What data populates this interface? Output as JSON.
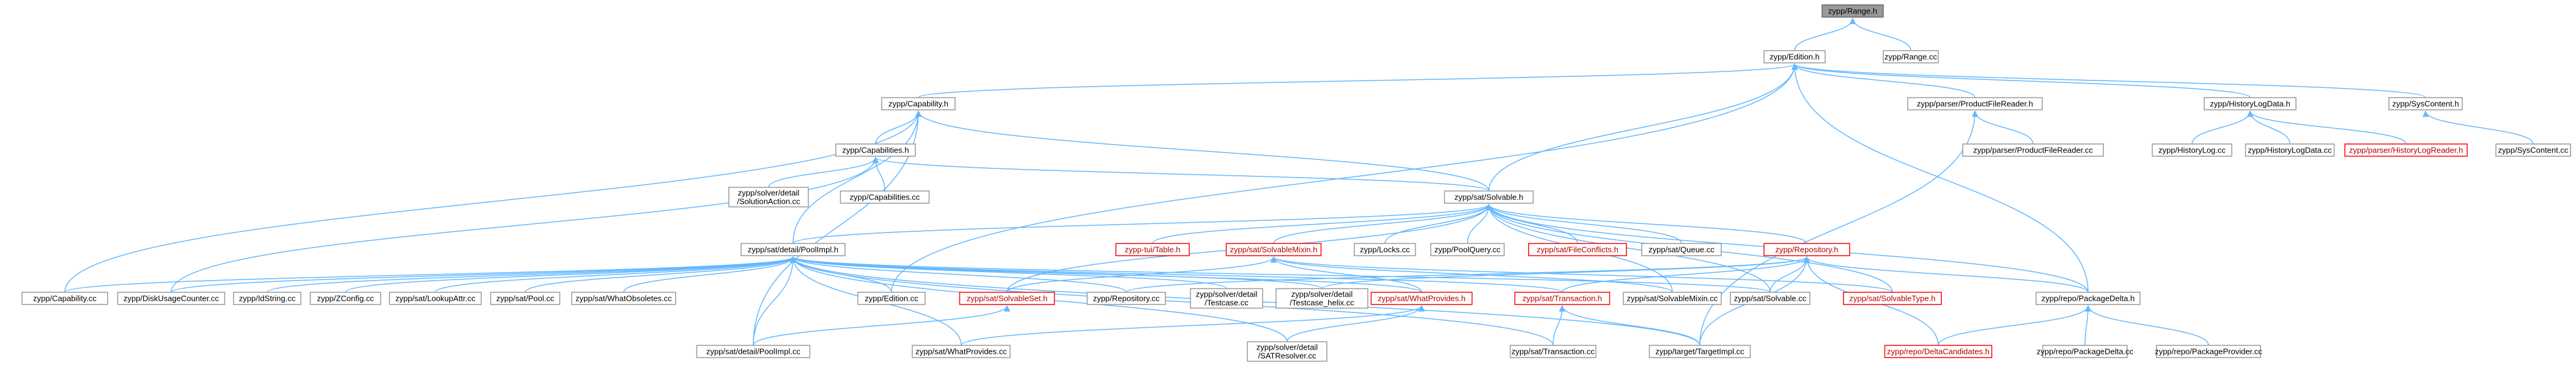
{
  "graph": {
    "edge_color": "#63b8ff",
    "nodes": [
      {
        "id": "n0",
        "label": [
          "zypp/Range.h"
        ],
        "style": "root"
      },
      {
        "id": "n1",
        "label": [
          "zypp/Edition.h"
        ]
      },
      {
        "id": "n2",
        "label": [
          "zypp/Range.cc"
        ]
      },
      {
        "id": "n3",
        "label": [
          "zypp/Capability.h"
        ]
      },
      {
        "id": "n4",
        "label": [
          "zypp/parser/ProductFileReader.h"
        ]
      },
      {
        "id": "n5",
        "label": [
          "zypp/HistoryLogData.h"
        ]
      },
      {
        "id": "n6",
        "label": [
          "zypp/SysContent.h"
        ]
      },
      {
        "id": "n7",
        "label": [
          "zypp/Capabilities.h"
        ]
      },
      {
        "id": "n8",
        "label": [
          "zypp/parser/ProductFileReader.cc"
        ]
      },
      {
        "id": "n9",
        "label": [
          "zypp/HistoryLog.cc"
        ]
      },
      {
        "id": "n10",
        "label": [
          "zypp/HistoryLogData.cc"
        ]
      },
      {
        "id": "n11",
        "label": [
          "zypp/parser/HistoryLogReader.h"
        ],
        "style": "red"
      },
      {
        "id": "n12",
        "label": [
          "zypp/SysContent.cc"
        ]
      },
      {
        "id": "n13",
        "label": [
          "zypp/solver/detail",
          "/SolutionAction.cc"
        ]
      },
      {
        "id": "n14",
        "label": [
          "zypp/Capabilities.cc"
        ]
      },
      {
        "id": "n15",
        "label": [
          "zypp/sat/Solvable.h"
        ]
      },
      {
        "id": "n16",
        "label": [
          "zypp/sat/detail/PoolImpl.h"
        ]
      },
      {
        "id": "n17",
        "label": [
          "zypp-tui/Table.h"
        ],
        "style": "red"
      },
      {
        "id": "n18",
        "label": [
          "zypp/sat/SolvableMixin.h"
        ],
        "style": "red"
      },
      {
        "id": "n19",
        "label": [
          "zypp/Locks.cc"
        ]
      },
      {
        "id": "n20",
        "label": [
          "zypp/PoolQuery.cc"
        ]
      },
      {
        "id": "n21",
        "label": [
          "zypp/sat/FileConflicts.h"
        ],
        "style": "red"
      },
      {
        "id": "n22",
        "label": [
          "zypp/sat/Queue.cc"
        ]
      },
      {
        "id": "n23",
        "label": [
          "zypp/Repository.h"
        ],
        "style": "red"
      },
      {
        "id": "n24",
        "label": [
          "zypp/Capability.cc"
        ]
      },
      {
        "id": "n25",
        "label": [
          "zypp/DiskUsageCounter.cc"
        ]
      },
      {
        "id": "n26",
        "label": [
          "zypp/IdString.cc"
        ]
      },
      {
        "id": "n27",
        "label": [
          "zypp/ZConfig.cc"
        ]
      },
      {
        "id": "n28",
        "label": [
          "zypp/sat/LookupAttr.cc"
        ]
      },
      {
        "id": "n29",
        "label": [
          "zypp/sat/Pool.cc"
        ]
      },
      {
        "id": "n30",
        "label": [
          "zypp/sat/WhatObsoletes.cc"
        ]
      },
      {
        "id": "n31",
        "label": [
          "zypp/Edition.cc"
        ]
      },
      {
        "id": "n32",
        "label": [
          "zypp/sat/SolvableSet.h"
        ],
        "style": "red"
      },
      {
        "id": "n33",
        "label": [
          "zypp/Repository.cc"
        ]
      },
      {
        "id": "n34",
        "label": [
          "zypp/solver/detail",
          "/Testcase.cc"
        ]
      },
      {
        "id": "n35",
        "label": [
          "zypp/solver/detail",
          "/Testcase_helix.cc"
        ]
      },
      {
        "id": "n36",
        "label": [
          "zypp/sat/WhatProvides.h"
        ],
        "style": "red"
      },
      {
        "id": "n37",
        "label": [
          "zypp/sat/Transaction.h"
        ],
        "style": "red"
      },
      {
        "id": "n38",
        "label": [
          "zypp/sat/SolvableMixin.cc"
        ]
      },
      {
        "id": "n39",
        "label": [
          "zypp/sat/Solvable.cc"
        ]
      },
      {
        "id": "n40",
        "label": [
          "zypp/sat/SolvableType.h"
        ],
        "style": "red"
      },
      {
        "id": "n41",
        "label": [
          "zypp/repo/PackageDelta.h"
        ]
      },
      {
        "id": "n42",
        "label": [
          "zypp/sat/detail/PoolImpl.cc"
        ]
      },
      {
        "id": "n43",
        "label": [
          "zypp/sat/WhatProvides.cc"
        ]
      },
      {
        "id": "n44",
        "label": [
          "zypp/solver/detail",
          "/SATResolver.cc"
        ]
      },
      {
        "id": "n45",
        "label": [
          "zypp/sat/Transaction.cc"
        ]
      },
      {
        "id": "n46",
        "label": [
          "zypp/target/TargetImpl.cc"
        ]
      },
      {
        "id": "n47",
        "label": [
          "zypp/repo/DeltaCandidates.h"
        ],
        "style": "red"
      },
      {
        "id": "n48",
        "label": [
          "zypp/repo/PackageDelta.cc"
        ]
      },
      {
        "id": "n49",
        "label": [
          "zypp/repo/PackageProvider.cc"
        ]
      }
    ],
    "edges": [
      [
        "n1",
        "n0"
      ],
      [
        "n2",
        "n0"
      ],
      [
        "n3",
        "n1"
      ],
      [
        "n4",
        "n1"
      ],
      [
        "n5",
        "n1"
      ],
      [
        "n6",
        "n1"
      ],
      [
        "n15",
        "n1"
      ],
      [
        "n31",
        "n1"
      ],
      [
        "n41",
        "n1"
      ],
      [
        "n7",
        "n3"
      ],
      [
        "n15",
        "n3"
      ],
      [
        "n16",
        "n3"
      ],
      [
        "n24",
        "n3"
      ],
      [
        "n42",
        "n3"
      ],
      [
        "n13",
        "n7"
      ],
      [
        "n14",
        "n7"
      ],
      [
        "n15",
        "n7"
      ],
      [
        "n25",
        "n7"
      ],
      [
        "n8",
        "n4"
      ],
      [
        "n46",
        "n4"
      ],
      [
        "n9",
        "n5"
      ],
      [
        "n10",
        "n5"
      ],
      [
        "n11",
        "n5"
      ],
      [
        "n12",
        "n6"
      ],
      [
        "n16",
        "n15"
      ],
      [
        "n17",
        "n15"
      ],
      [
        "n18",
        "n15"
      ],
      [
        "n19",
        "n15"
      ],
      [
        "n20",
        "n15"
      ],
      [
        "n21",
        "n15"
      ],
      [
        "n22",
        "n15"
      ],
      [
        "n23",
        "n15"
      ],
      [
        "n32",
        "n15"
      ],
      [
        "n38",
        "n15"
      ],
      [
        "n39",
        "n15"
      ],
      [
        "n40",
        "n15"
      ],
      [
        "n41",
        "n15"
      ],
      [
        "n24",
        "n16"
      ],
      [
        "n25",
        "n16"
      ],
      [
        "n26",
        "n16"
      ],
      [
        "n27",
        "n16"
      ],
      [
        "n28",
        "n16"
      ],
      [
        "n29",
        "n16"
      ],
      [
        "n30",
        "n16"
      ],
      [
        "n31",
        "n16"
      ],
      [
        "n33",
        "n16"
      ],
      [
        "n34",
        "n16"
      ],
      [
        "n35",
        "n16"
      ],
      [
        "n36",
        "n16"
      ],
      [
        "n37",
        "n16"
      ],
      [
        "n39",
        "n16"
      ],
      [
        "n42",
        "n16"
      ],
      [
        "n43",
        "n16"
      ],
      [
        "n44",
        "n16"
      ],
      [
        "n45",
        "n16"
      ],
      [
        "n46",
        "n16"
      ],
      [
        "n32",
        "n18"
      ],
      [
        "n36",
        "n18"
      ],
      [
        "n38",
        "n18"
      ],
      [
        "n40",
        "n18"
      ],
      [
        "n33",
        "n23"
      ],
      [
        "n35",
        "n23"
      ],
      [
        "n37",
        "n23"
      ],
      [
        "n39",
        "n23"
      ],
      [
        "n41",
        "n23"
      ],
      [
        "n46",
        "n23"
      ],
      [
        "n47",
        "n23"
      ],
      [
        "n42",
        "n32"
      ],
      [
        "n43",
        "n36"
      ],
      [
        "n44",
        "n36"
      ],
      [
        "n45",
        "n37"
      ],
      [
        "n46",
        "n37"
      ],
      [
        "n47",
        "n41"
      ],
      [
        "n48",
        "n41"
      ],
      [
        "n49",
        "n41"
      ]
    ]
  }
}
